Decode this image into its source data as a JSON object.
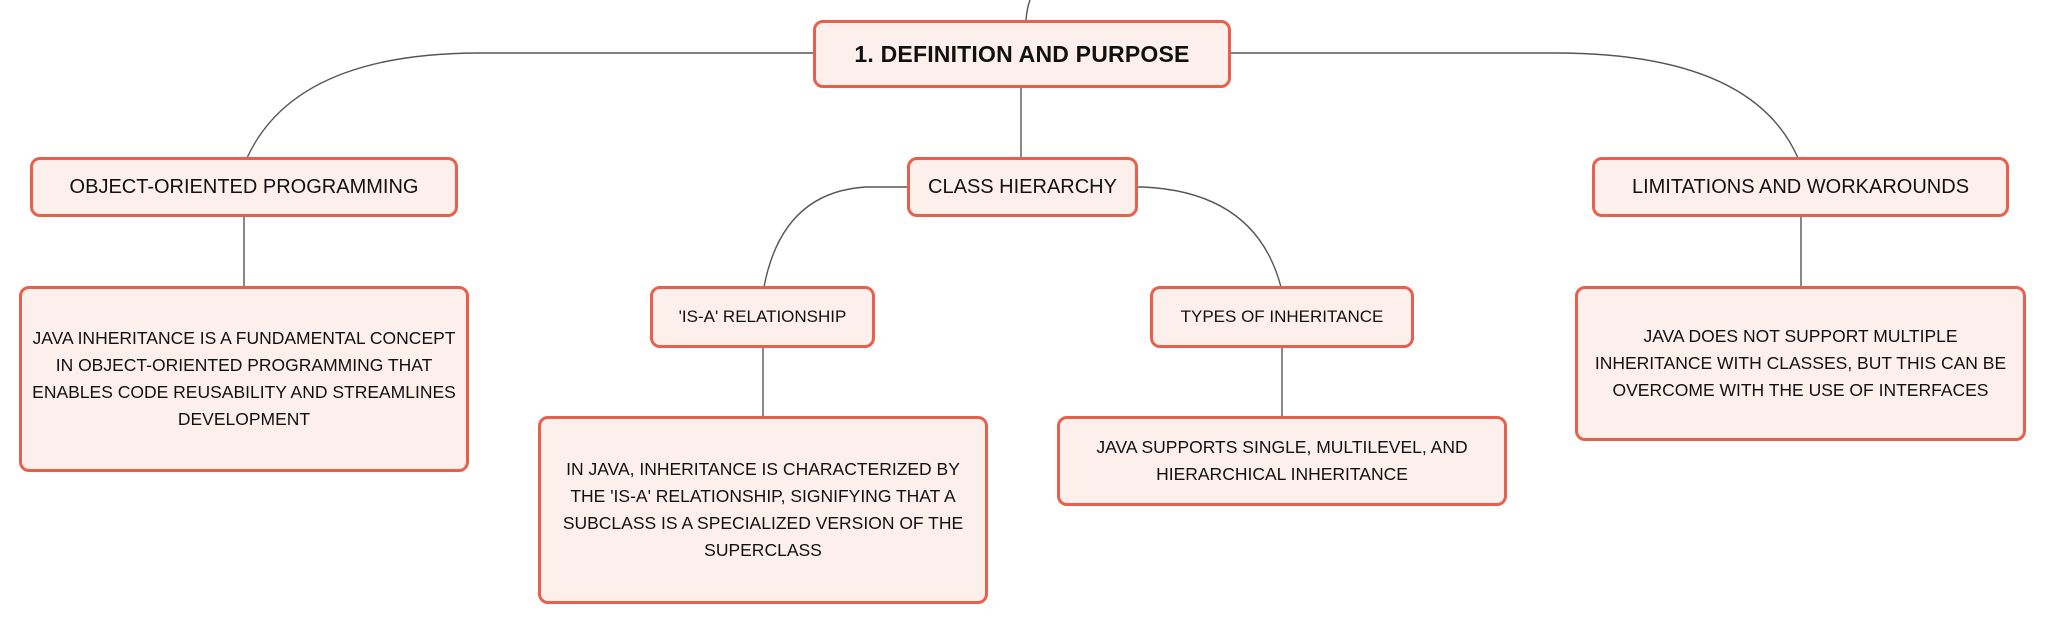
{
  "style": {
    "node_fill": "#fdefeb",
    "node_border": "#e8604b",
    "connector": "#555555",
    "text": "#111111"
  },
  "root": {
    "label": "1. DEFINITION AND PURPOSE"
  },
  "branches": {
    "oop": {
      "label": "OBJECT-ORIENTED PROGRAMMING",
      "note": "JAVA INHERITANCE IS A FUNDAMENTAL CONCEPT IN OBJECT-ORIENTED PROGRAMMING THAT ENABLES CODE REUSABILITY AND STREAMLINES DEVELOPMENT"
    },
    "hierarchy": {
      "label": "CLASS HIERARCHY",
      "is_a": {
        "label": "'IS-A' RELATIONSHIP",
        "note": "IN JAVA, INHERITANCE IS CHARACTERIZED BY THE 'IS-A' RELATIONSHIP, SIGNIFYING THAT A SUBCLASS IS A SPECIALIZED VERSION OF THE SUPERCLASS"
      },
      "types": {
        "label": "TYPES OF INHERITANCE",
        "note": "JAVA SUPPORTS SINGLE, MULTILEVEL, AND HIERARCHICAL INHERITANCE"
      }
    },
    "limits": {
      "label": "LIMITATIONS AND WORKAROUNDS",
      "note": "JAVA DOES NOT SUPPORT MULTIPLE INHERITANCE WITH CLASSES, BUT THIS CAN BE OVERCOME WITH THE USE OF INTERFACES"
    }
  }
}
